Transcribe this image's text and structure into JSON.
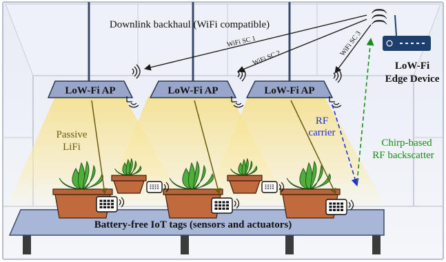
{
  "header": {
    "downlink_label": "Downlink backhaul (WiFi compatible)"
  },
  "links": {
    "sc1": "WiFi SC 1",
    "sc2": "WiFi SC 2",
    "sc3": "WiFi SC 3",
    "rf_carrier_line1": "RF",
    "rf_carrier_line2": "carrier",
    "chirp_line1": "Chirp-based",
    "chirp_line2": "RF backscatter",
    "passive_line1": "Passive",
    "passive_line2": "LiFi"
  },
  "access_points": [
    {
      "label": "LoW-Fi AP"
    },
    {
      "label": "LoW-Fi AP"
    },
    {
      "label": "LoW-Fi AP"
    }
  ],
  "edge_device": {
    "line1": "LoW-Fi",
    "line2": "Edge Device"
  },
  "table": {
    "label": "Battery-free IoT tags (sensors and actuators)"
  },
  "colors": {
    "downlink_arrow": "#1a1a1a",
    "rf_carrier": "#1f2fd6",
    "chirp_backscatter": "#1a8a1a",
    "passive_lifi": "#6b5a10",
    "ap_body": "#98a6c9",
    "table_top": "#a8b7d8",
    "pot": "#b8643a",
    "edge_device": "#1e3f6e"
  }
}
